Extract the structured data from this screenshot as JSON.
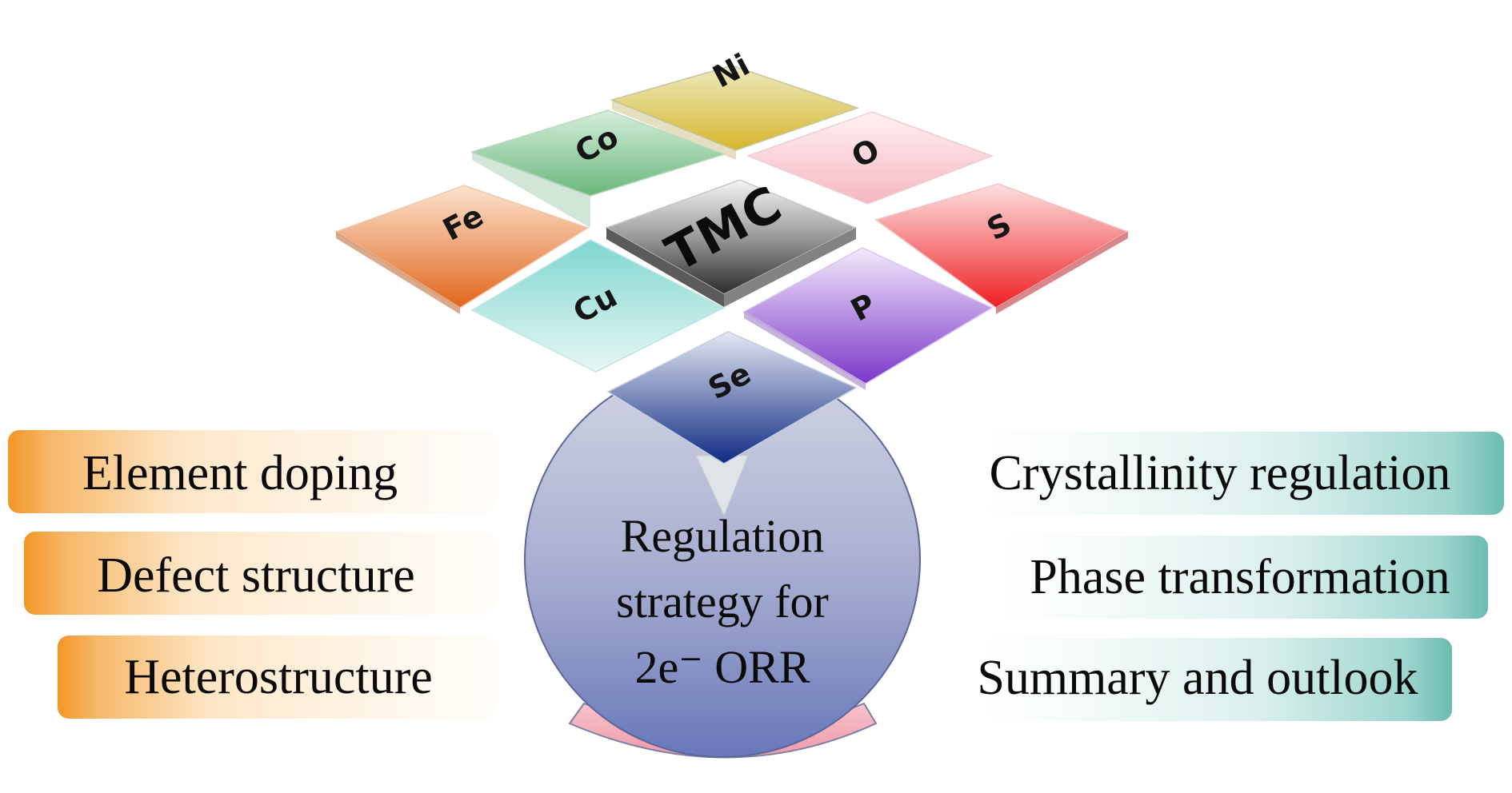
{
  "hub": {
    "lines": [
      "Regulation",
      "strategy for",
      "2e⁻ ORR"
    ]
  },
  "tiles": {
    "center": "TMC",
    "ni": "Ni",
    "co": "Co",
    "o": "O",
    "fe": "Fe",
    "s": "S",
    "cu": "Cu",
    "p": "P",
    "se": "Se"
  },
  "left_items": [
    "Element doping",
    "Defect structure",
    "Heterostructure"
  ],
  "right_items": [
    "Crystallinity regulation",
    "Phase transformation",
    "Summary and outlook"
  ],
  "colors": {
    "left_accent": "#f39a2e",
    "right_accent": "#6fc0b8",
    "hub_top": "#c9cede",
    "hub_bottom": "#6e7cbc",
    "hub_base": "#f3a9b5",
    "ni": "#d8c86a",
    "co": "#7cc38b",
    "o": "#f6b9c3",
    "fe": "#e9905a",
    "s": "#f2454a",
    "cu": "#8fd8d2",
    "p": "#9b5fd6",
    "se": "#3d5ba6",
    "center": "#5a5a5a"
  }
}
